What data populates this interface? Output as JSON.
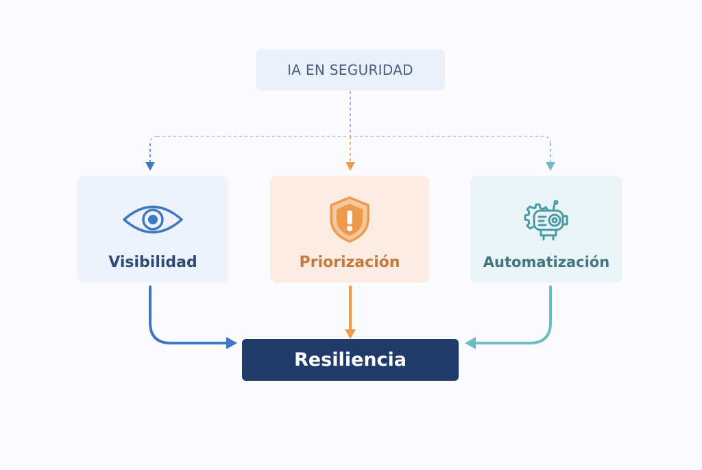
{
  "diagram": {
    "top": {
      "label": "IA EN SEGURIDAD"
    },
    "pillars": [
      {
        "label": "Visibilidad",
        "icon": "eye-icon",
        "color": "#3d78c2"
      },
      {
        "label": "Priorización",
        "icon": "shield-alert-icon",
        "color": "#ee9a4c"
      },
      {
        "label": "Automatización",
        "icon": "robot-gear-icon",
        "color": "#6cbcc6"
      }
    ],
    "result": {
      "label": "Resiliencia",
      "color": "#203a6a"
    }
  }
}
